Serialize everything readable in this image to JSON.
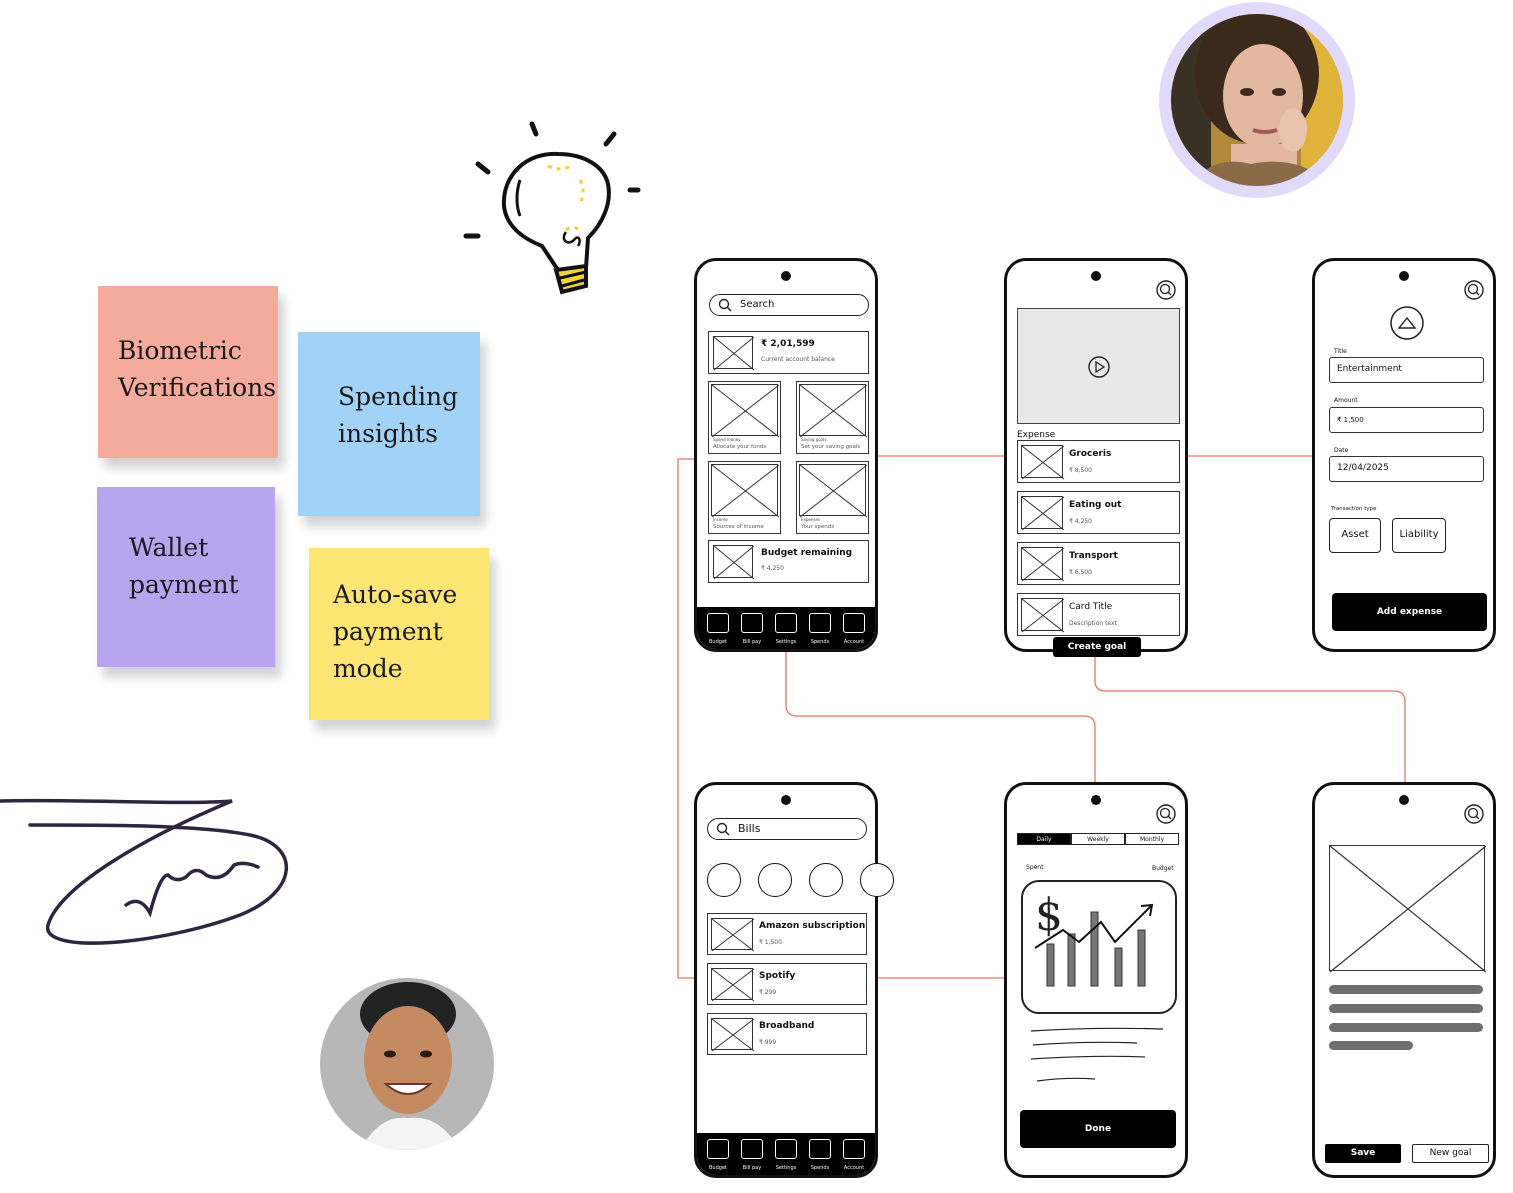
{
  "stickies": [
    {
      "text": "Biometric\nVerifications",
      "color": "#f4ab9d"
    },
    {
      "text": "Spending\ninsights",
      "color": "#a3d2f7"
    },
    {
      "text": "Wallet\npayment",
      "color": "#b9a4ef"
    },
    {
      "text": "Auto-save\npayment\nmode",
      "color": "#fde573"
    }
  ],
  "icons": {
    "bulb": "lightbulb-doodle",
    "signature": "signature-doodle",
    "avatar_top": "avatar-woman",
    "avatar_bottom": "avatar-man"
  },
  "colors": {
    "connector": "#e8765e",
    "avatar_ring": "#e1dafa"
  },
  "home": {
    "search_placeholder": "Search",
    "balance": "₹ 2,01,599",
    "balance_label": "Current account balance",
    "tiles": [
      {
        "title": "Spend money",
        "sub": "Allocate your funds"
      },
      {
        "title": "Saving goals",
        "sub": "Set your saving goals"
      },
      {
        "title": "Income",
        "sub": "Sources of income"
      },
      {
        "title": "Expenses",
        "sub": "Your spends"
      }
    ],
    "budget_title": "Budget remaining",
    "budget_value": "₹ 4,250",
    "nav": [
      "Budget",
      "Bill pay",
      "Settings",
      "Spends",
      "Account"
    ]
  },
  "expense": {
    "section_label": "Expense",
    "items": [
      {
        "title": "Groceris",
        "value": "₹ 8,500"
      },
      {
        "title": "Eating out",
        "value": "₹ 4,250"
      },
      {
        "title": "Transport",
        "value": "₹ 6,500"
      },
      {
        "title": "Card Title",
        "value": "Description text"
      }
    ],
    "cta": "Create goal"
  },
  "add_expense": {
    "title_label": "Title",
    "title_value": "Entertainment",
    "amount_label": "Amount",
    "amount_value": "₹ 1,500",
    "date_label": "Date",
    "date_value": "12/04/2025",
    "type_label": "Transaction type",
    "types": [
      "Asset",
      "Liability"
    ],
    "cta": "Add expense"
  },
  "bills": {
    "search_value": "Bills",
    "items": [
      {
        "title": "Amazon subscription",
        "value": "₹ 1,500"
      },
      {
        "title": "Spotify",
        "value": "₹ 299"
      },
      {
        "title": "Broadband",
        "value": "₹ 999"
      }
    ],
    "nav": [
      "Budget",
      "Bill pay",
      "Settings",
      "Spends",
      "Account"
    ]
  },
  "insights": {
    "tabs": [
      "Daily",
      "Weekly",
      "Monthly"
    ],
    "spent_label": "Spent",
    "budget_label": "Budget",
    "cta": "Done"
  },
  "goal": {
    "save": "Save",
    "new_goal": "New goal"
  }
}
